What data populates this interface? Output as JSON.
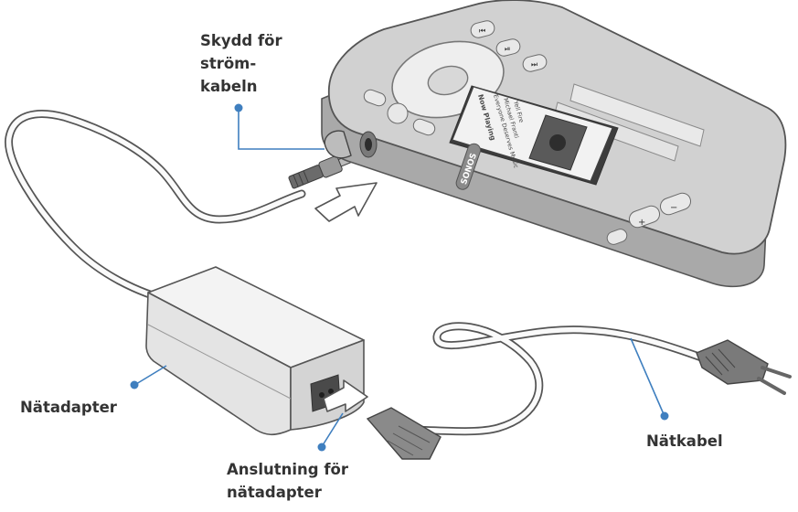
{
  "labels": {
    "power_cable_cover": [
      "Skydd för",
      "ström-",
      "kabeln"
    ],
    "power_adapter": [
      "Nätadapter"
    ],
    "adapter_connector": [
      "Anslutning för",
      "nätadapter"
    ],
    "mains_cable": [
      "Nätkabel"
    ]
  },
  "device": {
    "brand": "SONOS",
    "screen": {
      "now_playing": "Now Playing",
      "artist": "Everyone Deserves Music",
      "album": "Michael Franti",
      "track": "Yell Fire"
    }
  },
  "colors": {
    "callout": "#3f7fbf",
    "label_text": "#333333",
    "outline": "#555555",
    "device_body": "#c8c8c8"
  }
}
